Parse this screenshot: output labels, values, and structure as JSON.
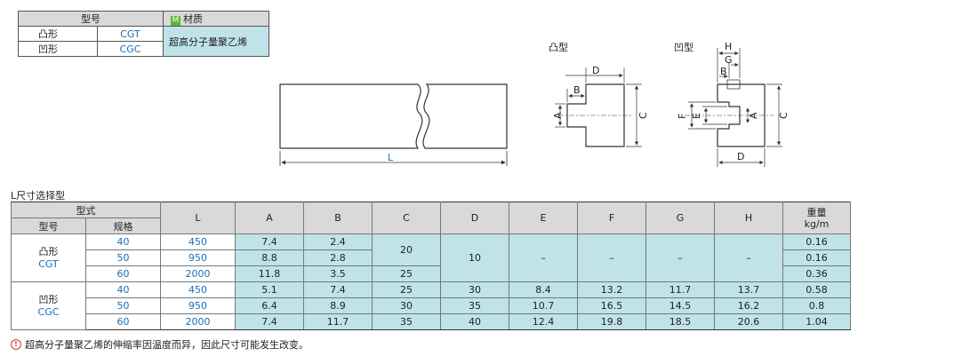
{
  "material_table": {
    "header_type": "型号",
    "header_material_badge": "M",
    "header_material": "材质",
    "rows": [
      {
        "shape": "凸形",
        "code": "CGT"
      },
      {
        "shape": "凹形",
        "code": "CGC"
      }
    ],
    "material": "超高分子量聚乙烯"
  },
  "drawings": {
    "length_label": "L",
    "convex_title": "凸型",
    "concave_title": "凹型",
    "labels": {
      "A": "A",
      "B": "B",
      "C": "C",
      "D": "D",
      "E": "E",
      "F": "F",
      "G": "G",
      "H": "H"
    }
  },
  "section_title": "L尺寸选择型",
  "table": {
    "h_form": "型式",
    "h_type": "型号",
    "h_spec": "规格",
    "h_L": "L",
    "h_A": "A",
    "h_B": "B",
    "h_C": "C",
    "h_D": "D",
    "h_E": "E",
    "h_F": "F",
    "h_G": "G",
    "h_H": "H",
    "h_weight": "重量",
    "h_weight_unit": "kg/m",
    "groups": [
      {
        "shape": "凸形",
        "code": "CGT",
        "C_merged": "20",
        "D_merged": "10",
        "E_merged": "–",
        "F_merged": "–",
        "G_merged": "–",
        "H_merged": "–",
        "rows": [
          {
            "spec": "40",
            "L": "450",
            "A": "7.4",
            "B": "2.4",
            "C": "",
            "w": "0.16"
          },
          {
            "spec": "50",
            "L": "950",
            "A": "8.8",
            "B": "2.8",
            "C": "",
            "w": "0.16"
          },
          {
            "spec": "60",
            "L": "2000",
            "A": "11.8",
            "B": "3.5",
            "C": "25",
            "w": "0.36"
          }
        ]
      },
      {
        "shape": "凹形",
        "code": "CGC",
        "rows": [
          {
            "spec": "40",
            "L": "450",
            "A": "5.1",
            "B": "7.4",
            "C": "25",
            "D": "30",
            "E": "8.4",
            "F": "13.2",
            "G": "11.7",
            "H": "13.7",
            "w": "0.58"
          },
          {
            "spec": "50",
            "L": "950",
            "A": "6.4",
            "B": "8.9",
            "C": "30",
            "D": "35",
            "E": "10.7",
            "F": "16.5",
            "G": "14.5",
            "H": "16.2",
            "w": "0.8"
          },
          {
            "spec": "60",
            "L": "2000",
            "A": "7.4",
            "B": "11.7",
            "C": "35",
            "D": "40",
            "E": "12.4",
            "F": "19.8",
            "G": "18.5",
            "H": "20.6",
            "w": "1.04"
          }
        ]
      }
    ]
  },
  "footnote_icon": "warning-icon",
  "footnote": "超高分子量聚乙烯的伸缩率因温度而异，因此尺寸可能发生改变。",
  "colors": {
    "data_cell": "#bfe3e9",
    "header_cell": "#d9d9d9",
    "accent_blue": "#1a6fb5",
    "badge_green": "#5cb531"
  }
}
